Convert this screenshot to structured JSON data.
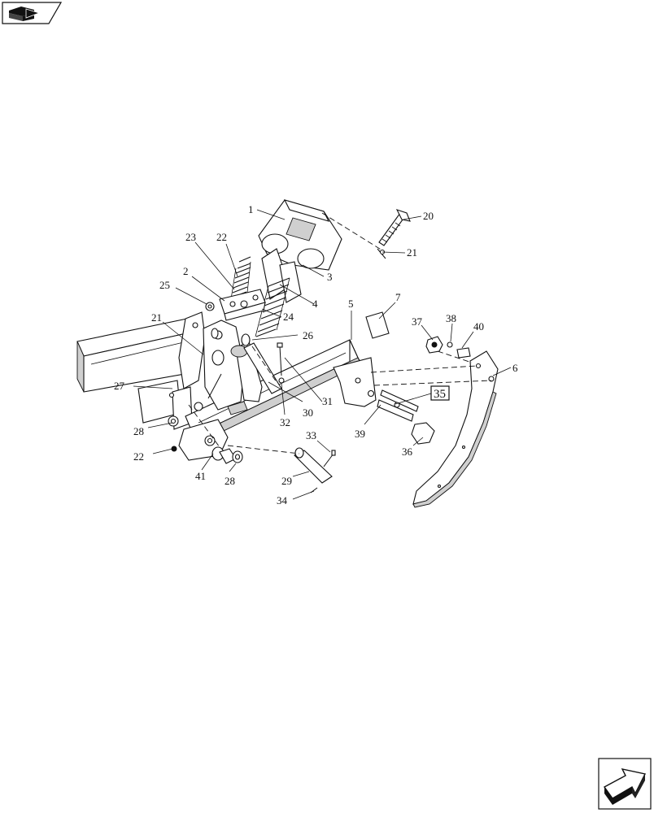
{
  "navigation": {
    "prev_icon": "page-back-arrow-icon",
    "next_icon": "page-forward-arrow-icon"
  },
  "callouts": {
    "c1": "1",
    "c2": "2",
    "c3": "3",
    "c4": "4",
    "c5": "5",
    "c6": "6",
    "c7": "7",
    "c20": "20",
    "c21a": "21",
    "c21b": "21",
    "c22a": "22",
    "c22b": "22",
    "c23": "23",
    "c24": "24",
    "c25": "25",
    "c26": "26",
    "c27": "27",
    "c28a": "28",
    "c28b": "28",
    "c29": "29",
    "c30": "30",
    "c31": "31",
    "c32": "32",
    "c33": "33",
    "c34": "34",
    "c35": "35",
    "c36": "36",
    "c37": "37",
    "c38": "38",
    "c39": "39",
    "c40": "40",
    "c41": "41"
  }
}
